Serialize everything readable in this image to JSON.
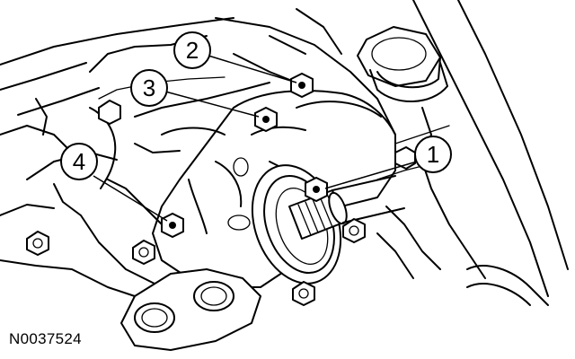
{
  "figure_id": "N0037524",
  "callouts": [
    {
      "number": "1"
    },
    {
      "number": "2"
    },
    {
      "number": "3"
    },
    {
      "number": "4"
    }
  ]
}
